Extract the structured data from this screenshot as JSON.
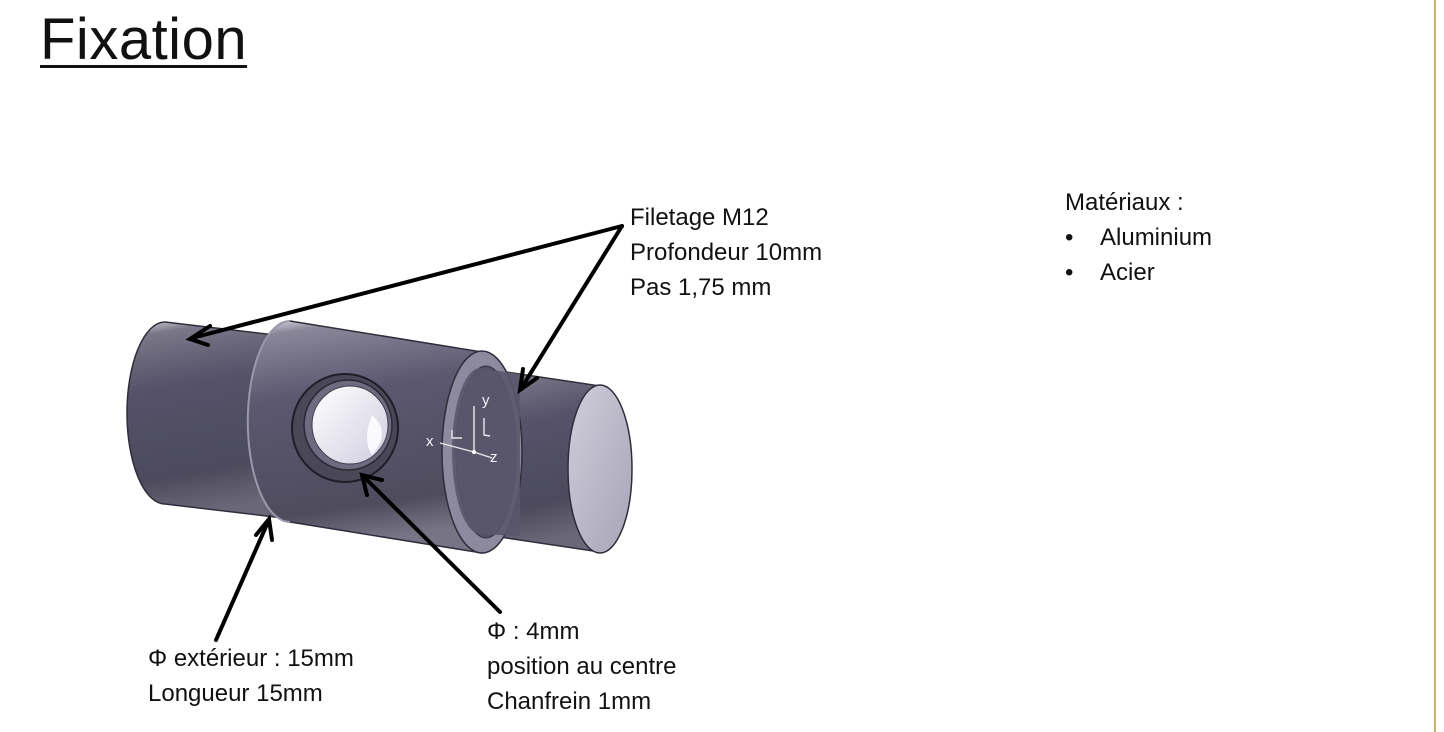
{
  "title": "Fixation",
  "annotations": {
    "thread": {
      "lines": [
        "Filetage M12",
        "Profondeur 10mm",
        "Pas 1,75 mm"
      ]
    },
    "outer": {
      "lines": [
        "Φ extérieur : 15mm",
        "Longueur 15mm"
      ]
    },
    "hole": {
      "lines": [
        "Φ : 4mm",
        "position au centre",
        "Chanfrein 1mm"
      ]
    }
  },
  "materials": {
    "heading": "Matériaux :",
    "bullet": "•",
    "items": [
      "Aluminium",
      "Acier"
    ]
  },
  "axes": {
    "x": "x",
    "y": "y",
    "z": "z"
  },
  "colors": {
    "part_body": "#4f4c5c",
    "part_end_face": "#b8b6c6",
    "hole_inner": "#e9e8ef",
    "arrow": "#000000",
    "accent_rule": "#c9b46a"
  }
}
